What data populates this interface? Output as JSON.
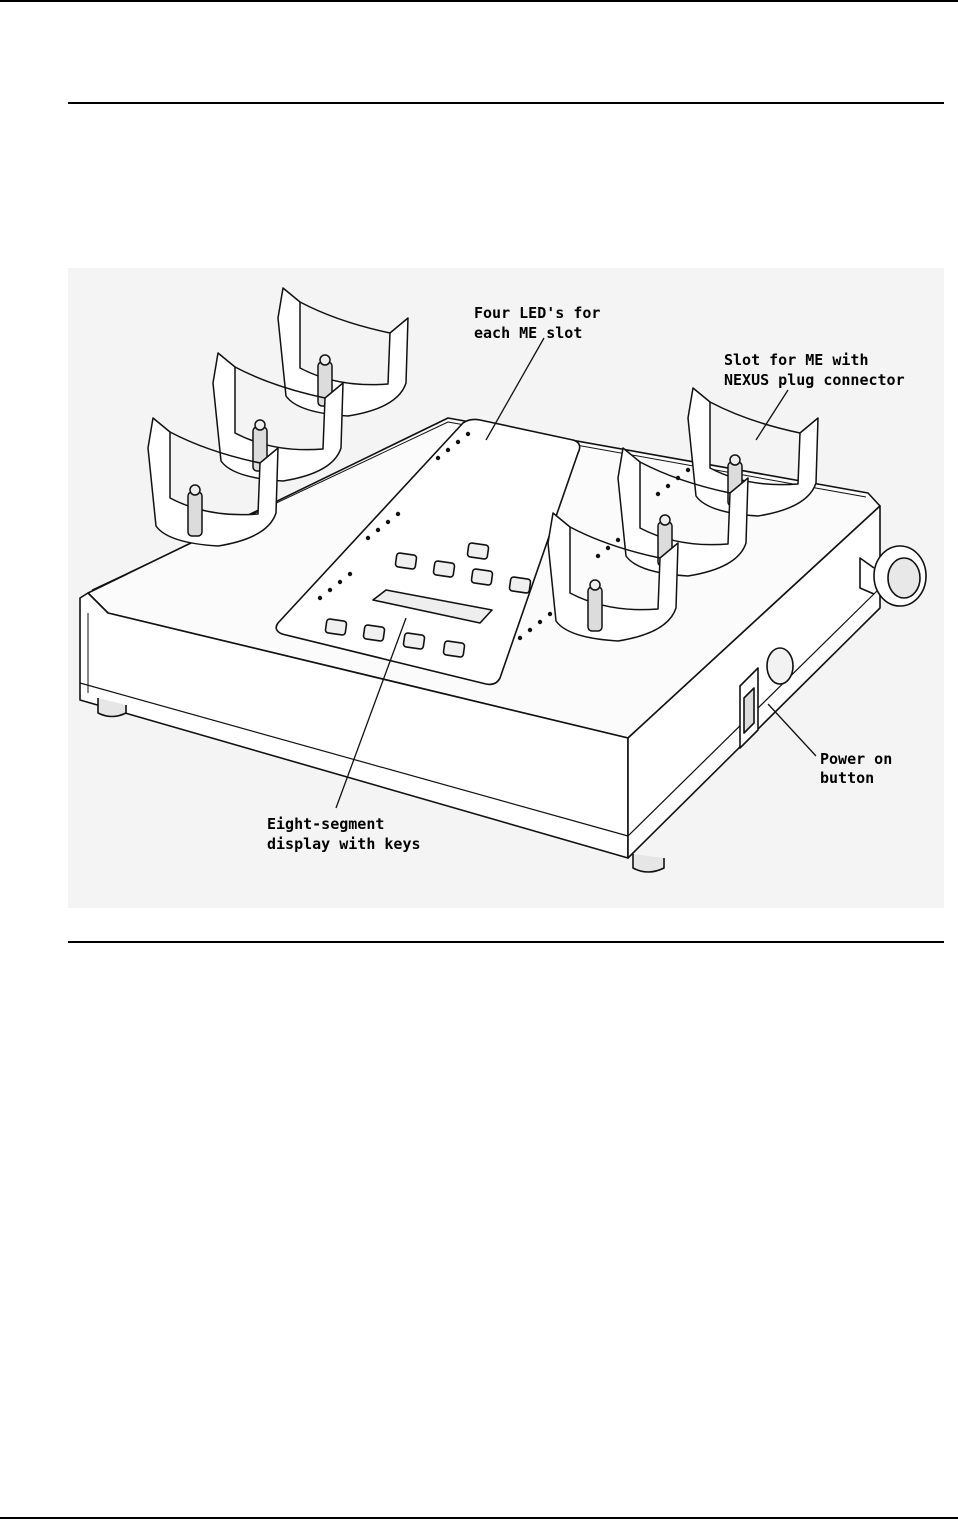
{
  "figure": {
    "callouts": {
      "leds_line1": "Four LED's for",
      "leds_line2": "each ME slot",
      "slot_line1": "Slot for ME with",
      "slot_line2": "NEXUS plug connector",
      "display_line1": "Eight-segment",
      "display_line2": "display with keys",
      "power_line1": "Power on",
      "power_line2": "button"
    }
  }
}
